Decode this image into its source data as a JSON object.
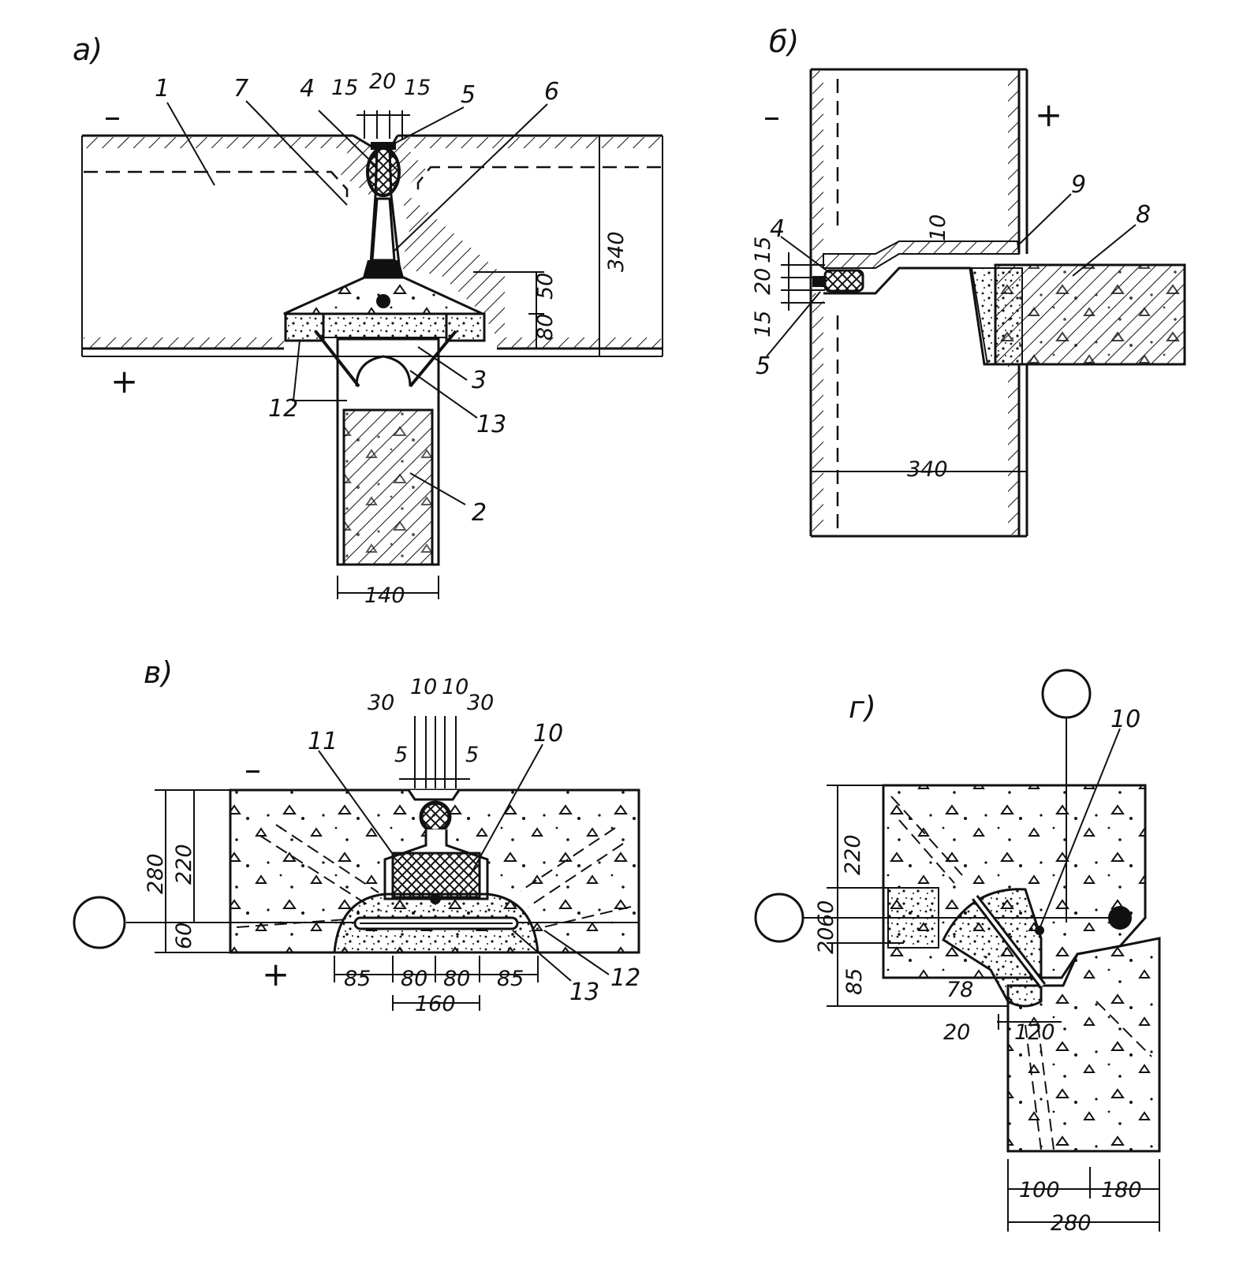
{
  "panels": {
    "a": {
      "title": "а)",
      "minus": "–",
      "plus": "+",
      "callouts": [
        "1",
        "7",
        "4",
        "5",
        "6",
        "12",
        "3",
        "13",
        "2"
      ],
      "dims": {
        "top_left": "15",
        "top_mid": "20",
        "top_right": "15",
        "right_50": "50",
        "right_80": "80",
        "height": "340",
        "width": "140"
      }
    },
    "b": {
      "title": "б)",
      "minus": "–",
      "plus": "+",
      "callouts": [
        "9",
        "8",
        "4",
        "5"
      ],
      "dims": {
        "d15a": "15",
        "d20": "20",
        "d15b": "15",
        "d10": "10",
        "width": "340"
      }
    },
    "v": {
      "title": "в)",
      "minus": "–",
      "plus": "+",
      "callouts": [
        "11",
        "10",
        "13",
        "12"
      ],
      "dims": {
        "t30a": "30",
        "t10a": "10",
        "t10b": "10",
        "t30b": "30",
        "t5a": "5",
        "t5b": "5",
        "h280": "280",
        "h220": "220",
        "h60": "60",
        "b85a": "85",
        "b80a": "80",
        "b80b": "80",
        "b85b": "85",
        "b160": "160"
      }
    },
    "g": {
      "title": "г)",
      "callouts": [
        "10"
      ],
      "dims": {
        "h220": "220",
        "h20": "20",
        "h60": "60",
        "h85": "85",
        "d78": "78",
        "d20": "20",
        "d120": "120",
        "d100": "100",
        "d180": "180",
        "d280": "280"
      }
    }
  },
  "colors": {
    "ink": "#111111",
    "paper": "#ffffff"
  }
}
